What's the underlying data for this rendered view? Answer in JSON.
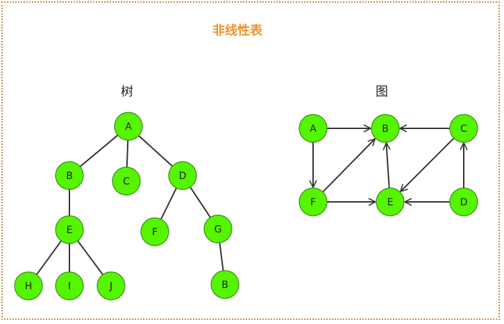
{
  "title": "非线性表",
  "tree": {
    "label": "树",
    "nodes": [
      {
        "id": "A",
        "text": "A"
      },
      {
        "id": "B",
        "text": "B"
      },
      {
        "id": "C",
        "text": "C"
      },
      {
        "id": "D",
        "text": "D"
      },
      {
        "id": "E",
        "text": "E"
      },
      {
        "id": "F",
        "text": "F"
      },
      {
        "id": "G",
        "text": "G"
      },
      {
        "id": "H",
        "text": "H"
      },
      {
        "id": "I",
        "text": "I"
      },
      {
        "id": "J",
        "text": "J"
      },
      {
        "id": "B2",
        "text": "B"
      }
    ],
    "edges": [
      [
        "A",
        "B"
      ],
      [
        "A",
        "C"
      ],
      [
        "A",
        "D"
      ],
      [
        "B",
        "E"
      ],
      [
        "D",
        "F"
      ],
      [
        "D",
        "G"
      ],
      [
        "E",
        "H"
      ],
      [
        "E",
        "I"
      ],
      [
        "E",
        "J"
      ],
      [
        "G",
        "B2"
      ]
    ]
  },
  "graph": {
    "label": "图",
    "nodes": [
      {
        "id": "A",
        "text": "A"
      },
      {
        "id": "B",
        "text": "B"
      },
      {
        "id": "C",
        "text": "C"
      },
      {
        "id": "F",
        "text": "F"
      },
      {
        "id": "E",
        "text": "E"
      },
      {
        "id": "D",
        "text": "D"
      }
    ],
    "edges": [
      [
        "A",
        "B"
      ],
      [
        "C",
        "B"
      ],
      [
        "A",
        "F"
      ],
      [
        "F",
        "B"
      ],
      [
        "F",
        "E"
      ],
      [
        "E",
        "B"
      ],
      [
        "C",
        "E"
      ],
      [
        "D",
        "C"
      ],
      [
        "D",
        "E"
      ]
    ]
  },
  "colors": {
    "node_fill": "#55f500",
    "node_stroke": "#3a8a1a",
    "edge": "#333333",
    "title": "#f0912a",
    "frame": "#c8893e"
  }
}
